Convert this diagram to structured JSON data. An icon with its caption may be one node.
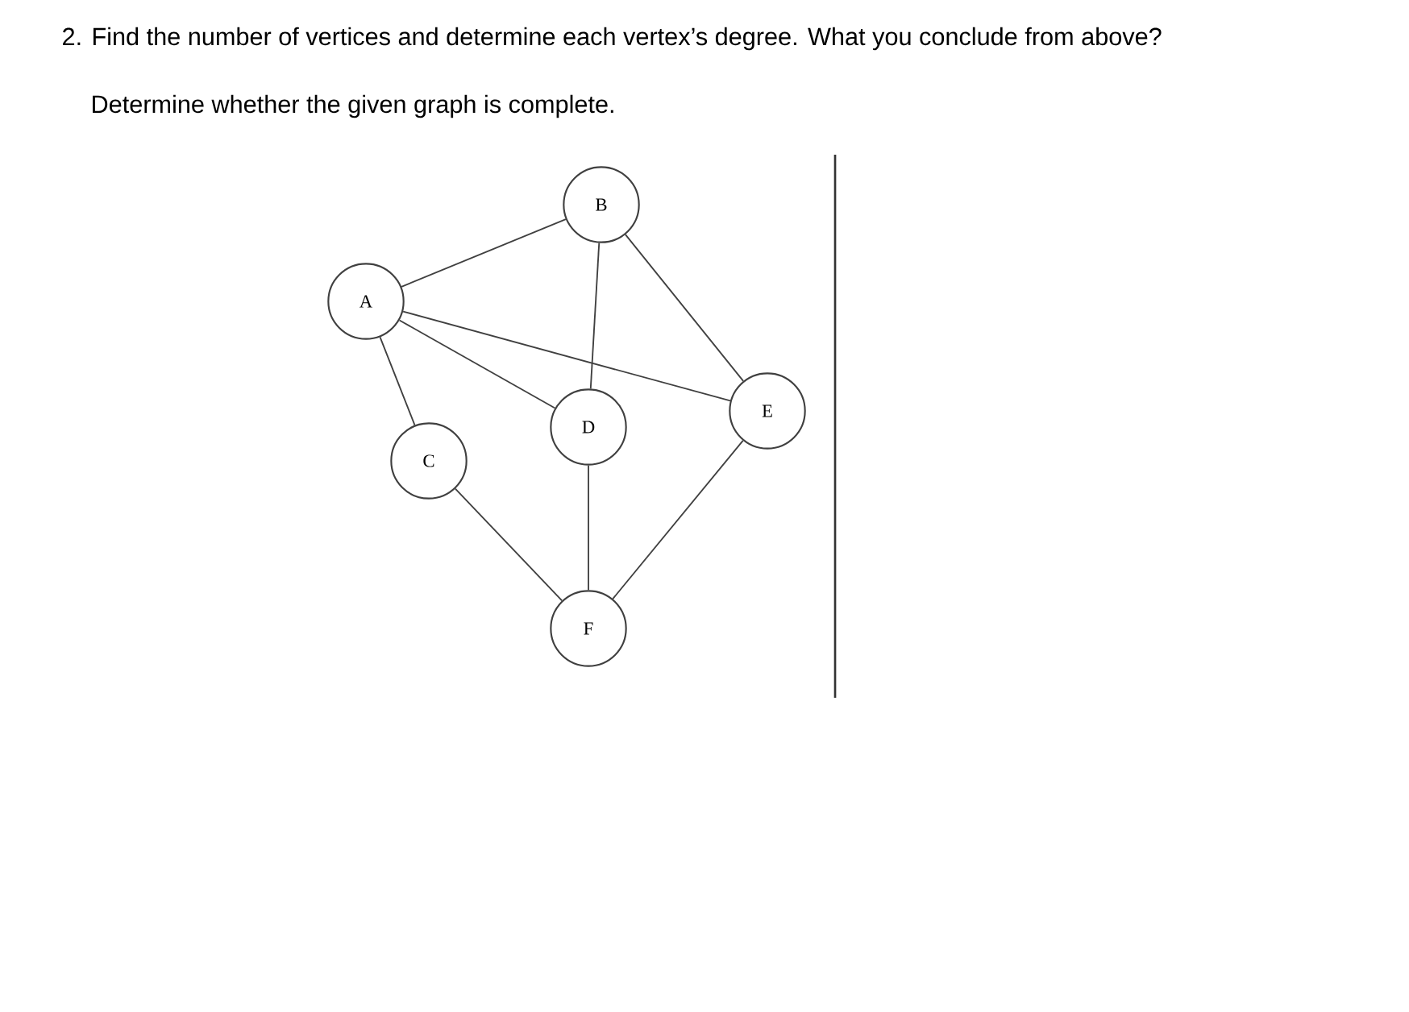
{
  "diagram": {
    "title": "2. Find the number of vertices and determine each vertex’s degree. What you conclude from above?",
    "nodes": [
      {
        "text": [
          "A"
        ]
      },
      {
        "text": [
          "B"
        ]
      },
      {
        "text": [
          "C"
        ]
      },
      {
        "text": [
          "D"
        ]
      },
      {
        "text": [
          "E"
        ]
      },
      {
        "text": [
          "F"
        ]
      }
    ],
    "edges": [
      {
        "from": 0,
        "to": 1,
        "arrow": "none"
      },
      {
        "from": 0,
        "to": 2,
        "arrow": "none"
      },
      {
        "from": 0,
        "to": 3,
        "arrow": "none"
      },
      {
        "from": 0,
        "to": 4,
        "arrow": "none"
      },
      {
        "from": 1,
        "to": 3,
        "arrow": "none"
      },
      {
        "from": 1,
        "to": 4,
        "arrow": "none"
      },
      {
        "from": 2,
        "to": 5,
        "arrow": "none"
      },
      {
        "from": 3,
        "to": 5,
        "arrow": "none"
      },
      {
        "from": 4,
        "to": 5,
        "arrow": "none"
      }
    ],
    "labels": [
      "Determine whether the given graph is complete."
    ]
  }
}
